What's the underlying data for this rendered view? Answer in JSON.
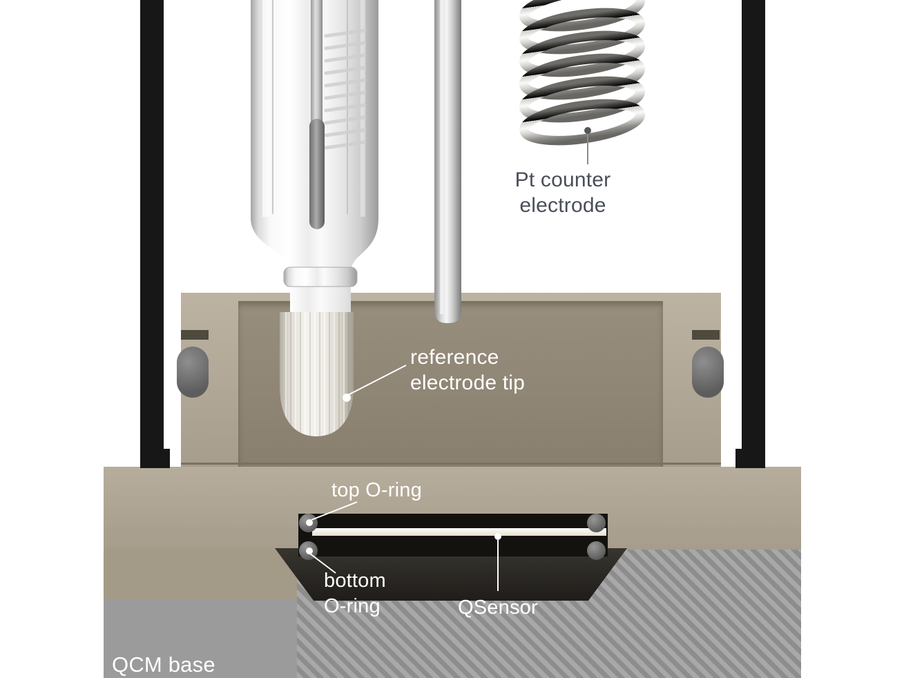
{
  "labels": {
    "pt_counter_electrode": "Pt counter\nelectrode",
    "reference_electrode_tip": "reference\nelectrode tip",
    "top_o_ring": "top O-ring",
    "bottom_o_ring": "bottom\nO-ring",
    "qsensor": "QSensor",
    "qcm_base": "QCM base"
  },
  "colors": {
    "body_tan": "#b3a998",
    "recess_tan": "#8e8474",
    "flange_tan": "#b0a695",
    "frame_black": "#171717",
    "oring_gray": "#6d6d6d",
    "base_gray": "#9b9b9b",
    "pedestal_dark": "#2c2a26",
    "sensor_white": "#f7f3e8",
    "label_white": "#ffffff",
    "label_dark": "#4a4e58"
  }
}
